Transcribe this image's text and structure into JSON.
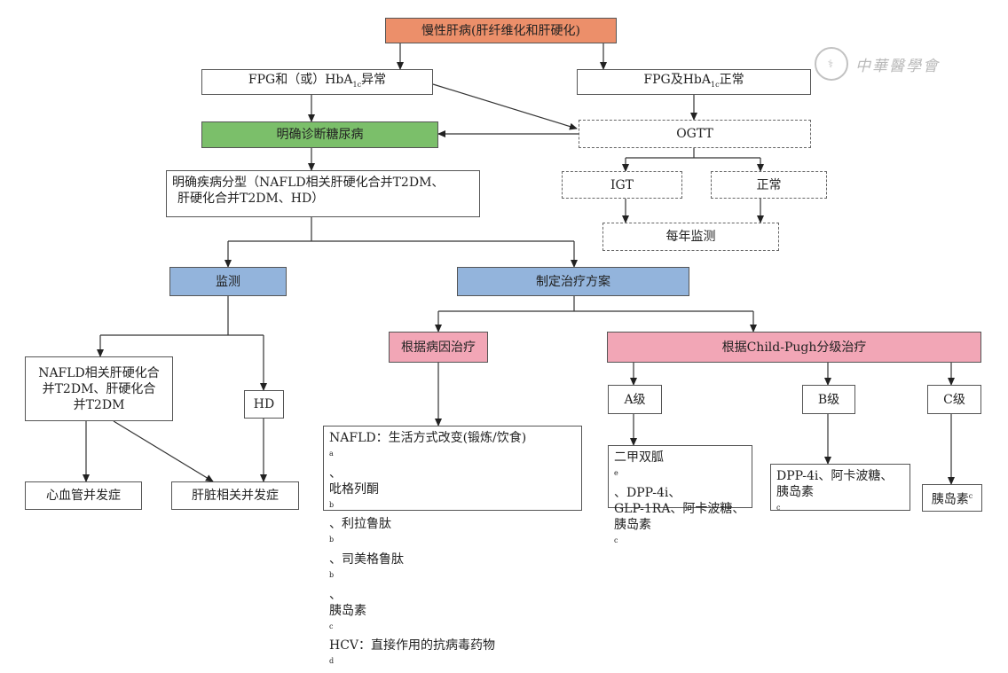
{
  "nodes": {
    "root": "慢性肝病(肝纤维化和肝硬化)",
    "fpg_abnormal": "FPG和（或）HbA",
    "fpg_abnormal_sub": "1c",
    "fpg_abnormal_tail": "异常",
    "fpg_normal": "FPG及HbA",
    "fpg_normal_sub": "1c",
    "fpg_normal_tail": "正常",
    "diagnose": "明确诊断糖尿病",
    "ogtt": "OGTT",
    "classify_line1": "明确疾病分型（NAFLD相关肝硬化合并T2DM、",
    "classify_line2": "肝硬化合并T2DM、HD）",
    "igt": "IGT",
    "normal": "正常",
    "annual": "每年监测",
    "monitor": "监测",
    "plan": "制定治疗方案",
    "cause_treat": "根据病因治疗",
    "childpugh": "根据Child-Pugh分级治疗",
    "nafld_line1": "NAFLD相关肝硬化合",
    "nafld_line2": "并T2DM、肝硬化合",
    "nafld_line3": "并T2DM",
    "hd": "HD",
    "grade_a": "A级",
    "grade_b": "B级",
    "grade_c": "C级",
    "cause_text": {
      "l1": "NAFLD：生活方式改变(锻炼/饮食)",
      "l1_sup": "a",
      "l1_tail": "、",
      "l2a": "吡格列酮",
      "l2a_sup": "b",
      "l2b": "、利拉鲁肽",
      "l2b_sup": "b",
      "l2c": "、司美格鲁肽",
      "l2c_sup": "b",
      "l2c_tail": "、",
      "l3": "胰岛素",
      "l3_sup": "c",
      "l4": "HCV：直接作用的抗病毒药物",
      "l4_sup": "d"
    },
    "a_text": {
      "l1": "二甲双胍",
      "l1_sup": "e",
      "l1_tail": "、DPP-4i、",
      "l2": "GLP-1RA、阿卡波糖、",
      "l3": "胰岛素",
      "l3_sup": "c"
    },
    "b_text": {
      "l1": "DPP-4i、阿卡波糖、",
      "l2": "胰岛素",
      "l2_sup": "c"
    },
    "c_text": "胰岛素",
    "c_text_sup": "c",
    "cvd": "心血管并发症",
    "liver_comp": "肝脏相关并发症"
  },
  "watermark": {
    "seal": "中华",
    "text": "中華醫學會"
  },
  "colors": {
    "root": "#ec8f6a",
    "diagnose": "#7bbf6a",
    "blue": "#93b4dc",
    "pink": "#f2a6b6"
  }
}
